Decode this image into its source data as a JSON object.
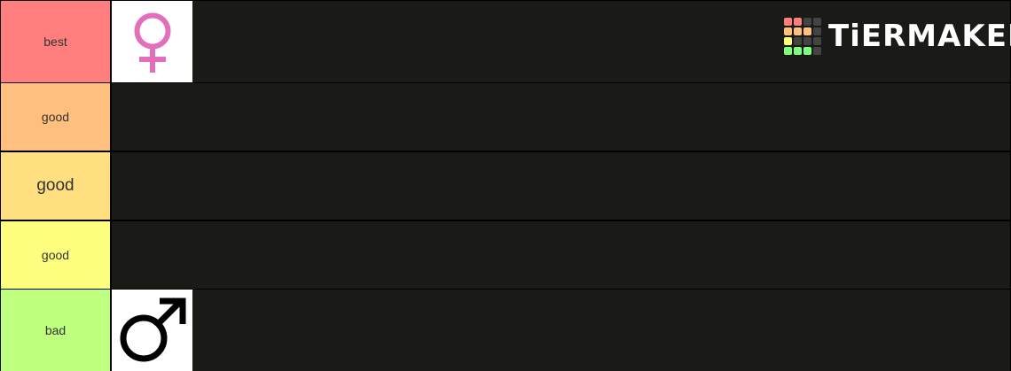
{
  "tiers": [
    {
      "label": "best",
      "color": "#ff7f7f",
      "items": [
        "female-symbol"
      ]
    },
    {
      "label": "good",
      "color": "#ffbf7f",
      "items": []
    },
    {
      "label": "good",
      "color": "#ffdf7f",
      "items": []
    },
    {
      "label": "good",
      "color": "#ffff7f",
      "items": []
    },
    {
      "label": "bad",
      "color": "#bfff7f",
      "items": [
        "male-symbol"
      ]
    }
  ],
  "brand": {
    "name": "TiERMAKER",
    "grid_colors": [
      "#ff7f7f",
      "#ff7f7f",
      "#444444",
      "#444444",
      "#ffbf7f",
      "#ffbf7f",
      "#ffbf7f",
      "#444444",
      "#ffff7f",
      "#444444",
      "#444444",
      "#444444",
      "#7fff7f",
      "#7fff7f",
      "#7fff7f",
      "#444444"
    ]
  },
  "colors": {
    "row_background": "#1a1a17",
    "female_symbol": "#e36fbc",
    "male_symbol": "#000000"
  }
}
